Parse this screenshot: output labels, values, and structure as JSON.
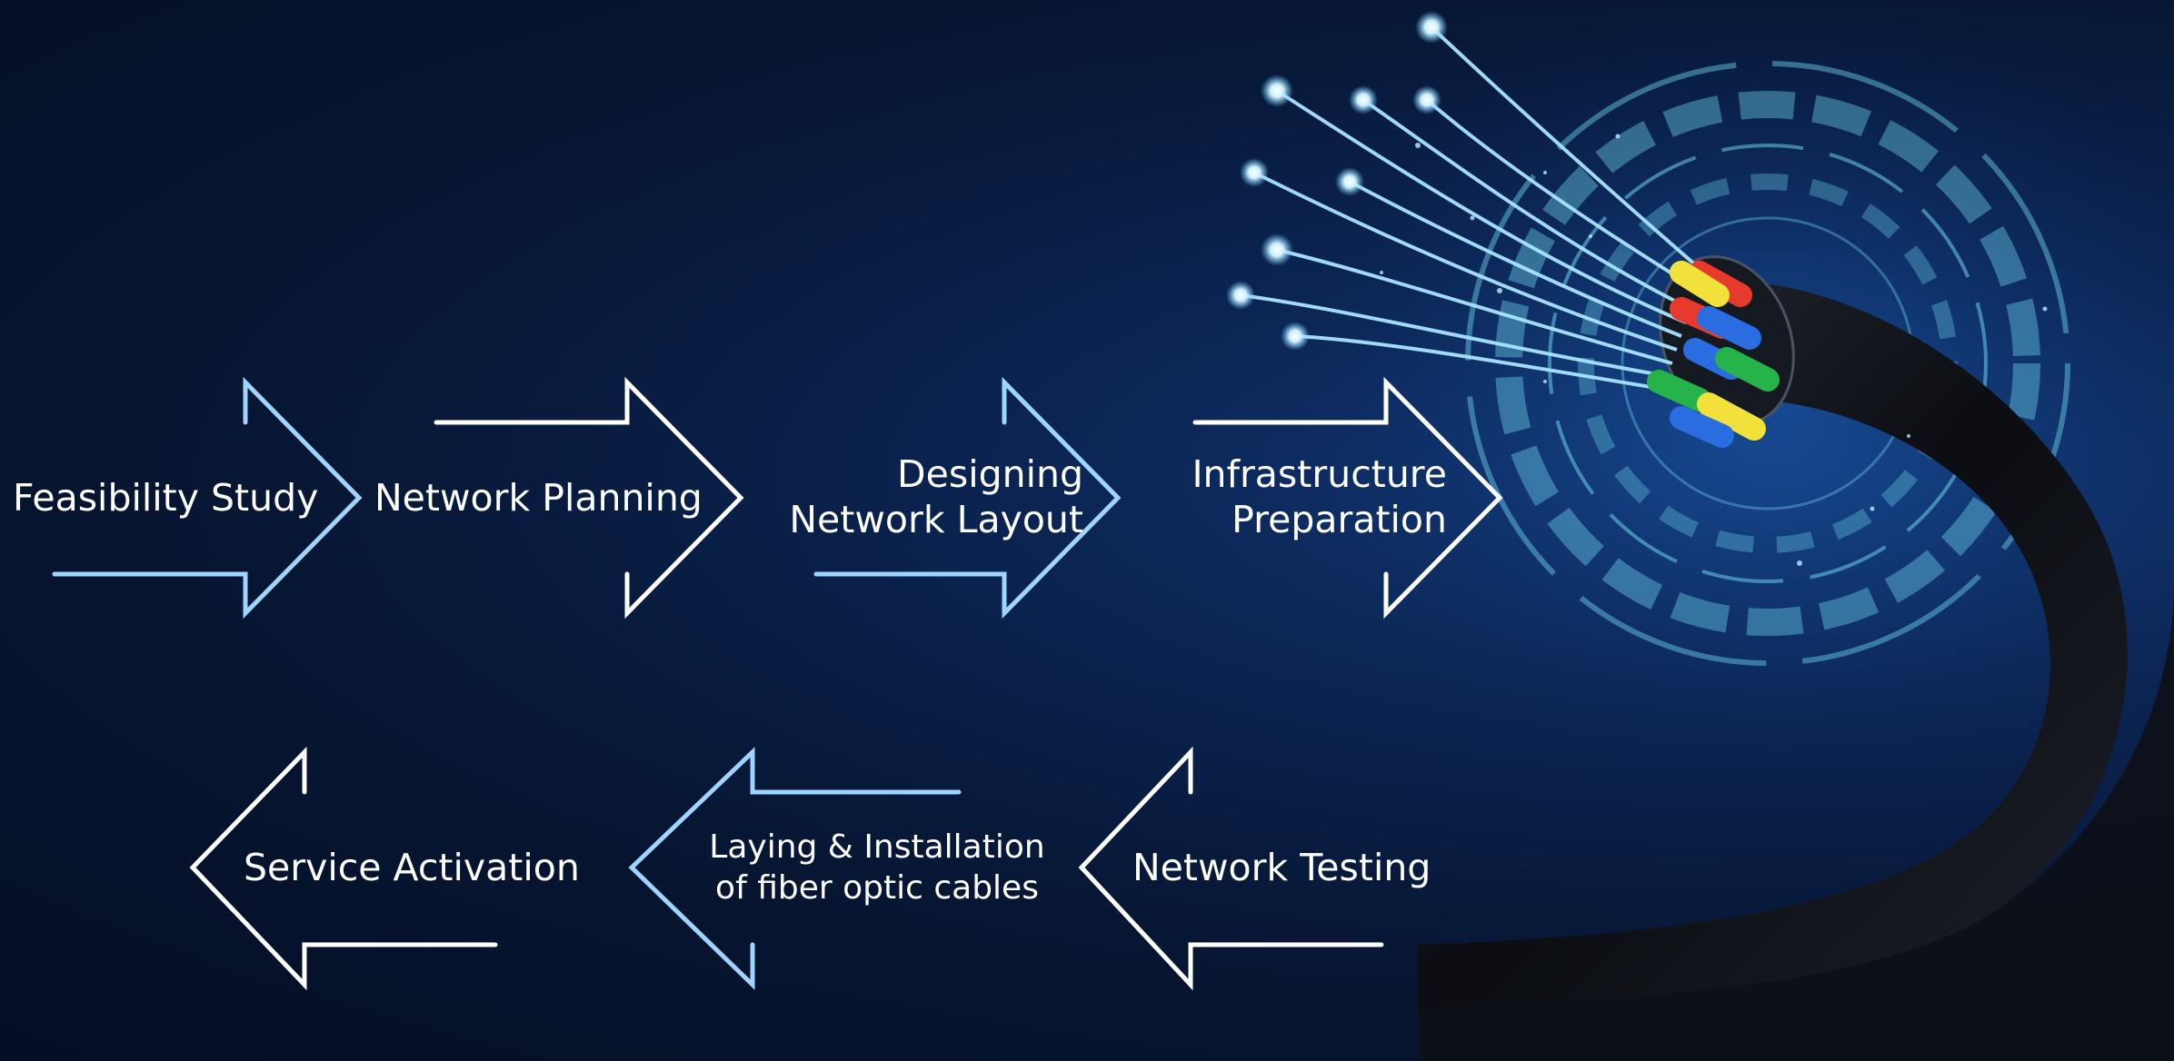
{
  "steps": {
    "feasibility_study": "Feasibility Study",
    "network_planning": "Network Planning",
    "designing_network_layout": [
      "Designing",
      "Network Layout"
    ],
    "infrastructure_preparation": [
      "Infrastructure",
      "Preparation"
    ],
    "network_testing": "Network Testing",
    "laying_installation": [
      "Laying & Installation",
      "of fiber optic cables"
    ],
    "service_activation": "Service Activation"
  },
  "colors": {
    "background": "#061530",
    "arrow_light_blue": "#9fd4ff",
    "arrow_white": "#ffffff",
    "text": "#ffffff",
    "fiber_glow": "#a8e4ff"
  },
  "icons": {
    "illustration": "fiber-optic-cable-illustration"
  }
}
